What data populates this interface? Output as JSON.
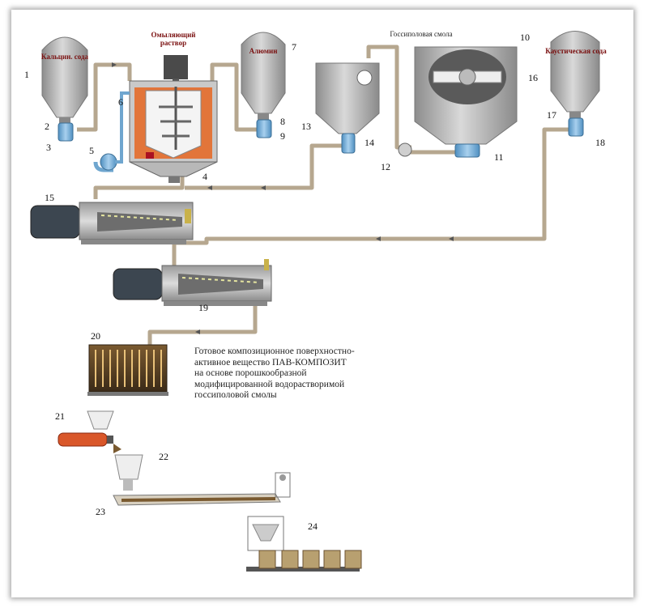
{
  "labels": {
    "calcined_soda": "Кальцин. сода",
    "saponifying_solution_line1": "Омыляющий",
    "saponifying_solution_line2": "раствор",
    "alumina": "Алюмин",
    "gossypol_resin": "Госсиполовая смола",
    "caustic_soda": "Каустическая сода"
  },
  "numbers": [
    "1",
    "2",
    "3",
    "4",
    "5",
    "6",
    "7",
    "8",
    "9",
    "10",
    "11",
    "12",
    "13",
    "14",
    "15",
    "16",
    "17",
    "18",
    "19",
    "20",
    "21",
    "22",
    "23",
    "24"
  ],
  "product_description": "Готовое композиционное поверхностно-активное вещество ПАВ-КОМПОЗИТ на основе порошкообразной модифицированной водорастворимой госсиполовой смолы",
  "colors": {
    "pipe": "#b8a993",
    "steel": "#9a9a9a",
    "pump": "#6fa6cf",
    "heater": "#e2753a",
    "orange_pump": "#d9572a"
  }
}
